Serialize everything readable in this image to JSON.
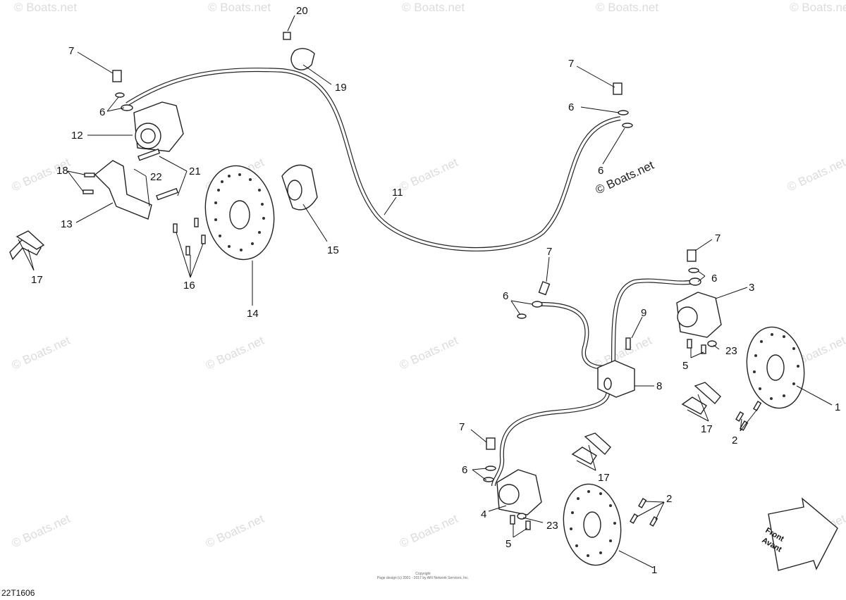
{
  "watermark": "© Boats.net",
  "watermark_main": "© Boats.net",
  "drawing_code": "22T1606",
  "copyright": {
    "line1": "Copyright",
    "line2": "Page design (c) 2001 - 2017 by ARI Network Services, Inc."
  },
  "front_arrow": {
    "line1": "Front",
    "line2": "Avant"
  },
  "callouts": {
    "c20": "20",
    "c19": "19",
    "c7a": "7",
    "c6a": "6",
    "c12": "12",
    "c18": "18",
    "c22": "22",
    "c21": "21",
    "c13": "13",
    "c17a": "17",
    "c16": "16",
    "c14": "14",
    "c15": "15",
    "c11": "11",
    "c7b": "7",
    "c6b": "6",
    "c6c": "6",
    "c7c": "7",
    "c6d": "6",
    "c3": "3",
    "c7d": "7",
    "c6e": "6",
    "c9": "9",
    "c23a": "23",
    "c5a": "5",
    "c8": "8",
    "c1a": "1",
    "c17b": "17",
    "c2a": "2",
    "c7e": "7",
    "c6f": "6",
    "c17c": "17",
    "c4": "4",
    "c23b": "23",
    "c5b": "5",
    "c2b": "2",
    "c1b": "1"
  }
}
